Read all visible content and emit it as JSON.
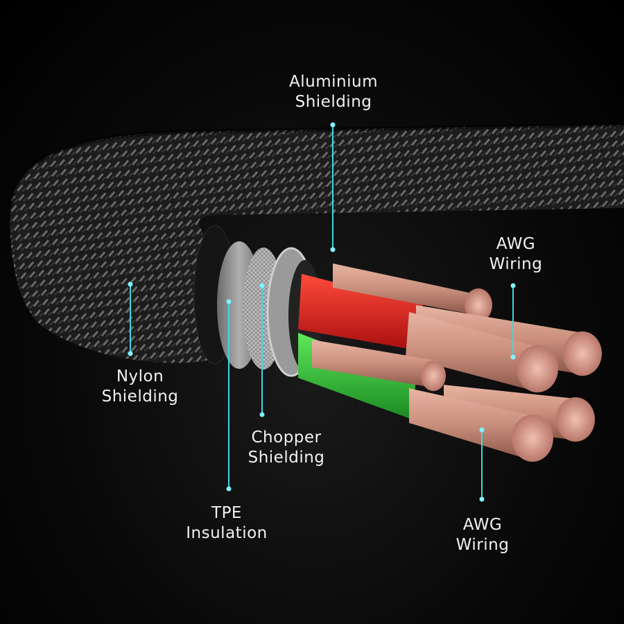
{
  "labels": {
    "aluminium": {
      "line1": "Aluminium",
      "line2": "Shielding"
    },
    "awg_top": {
      "line1": "AWG",
      "line2": "Wiring"
    },
    "nylon": {
      "line1": "Nylon",
      "line2": "Shielding"
    },
    "chopper": {
      "line1": "Chopper",
      "line2": "Shielding"
    },
    "tpe": {
      "line1": "TPE",
      "line2": "Insulation"
    },
    "awg_bottom": {
      "line1": "AWG",
      "line2": "Wiring"
    }
  },
  "colors": {
    "callout": "#3fd6e0",
    "red_wire": "#e02020",
    "green_wire": "#2fbf3a",
    "copper": "#d99a82"
  }
}
